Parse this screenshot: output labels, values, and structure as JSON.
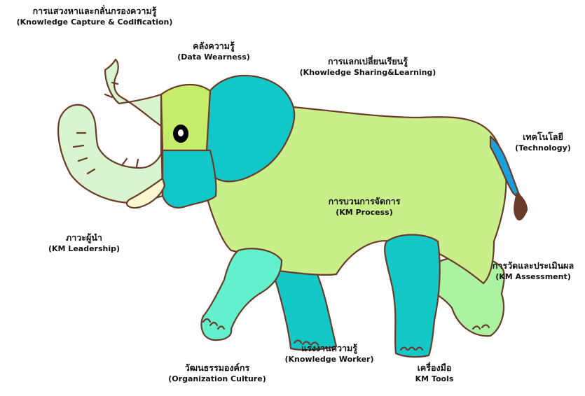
{
  "diagram": {
    "labels": {
      "capture": {
        "th": "การแสวงหาและกลั่นกรองความรู้",
        "en": "(Knowledge Capture & Codification)"
      },
      "data": {
        "th": "คลังความรู้",
        "en": "(Data Wearness)"
      },
      "sharing": {
        "th": "การแลกเปลี่ยนเรียนรู้",
        "en": "(Khowledge Sharing&Learning)"
      },
      "technology": {
        "th": "เทคโนโลยี",
        "en": "(Technology)"
      },
      "process": {
        "th": "การบวนการจัดการ",
        "en": "(KM Process)"
      },
      "leadership": {
        "th": "ภาวะผู้นำ",
        "en": "(KM Leadership)"
      },
      "assessment": {
        "th": "การวัดและประเมินผล",
        "en": "(KM Assessment)"
      },
      "worker": {
        "th": "แรงงานความรู้",
        "en": "(Knowledge Worker)"
      },
      "culture": {
        "th": "วัฒนธรรมองค์กร",
        "en": "(Organization Culture)"
      },
      "tools": {
        "th": "เครื่องมือ",
        "en": "KM Tools"
      }
    },
    "colors": {
      "outline": "#6b3b2a",
      "trunk": "#d8f5cf",
      "head_top": "#c6ec6a",
      "head_cyan": "#12c7c7",
      "ear": "#12c7c7",
      "body": "#c9ef8a",
      "front_leg_light": "#62f1cc",
      "front_leg_far": "#15c8c8",
      "back_leg": "#15c8c8",
      "back_leg_far": "#aaf3a1",
      "tail": "#1aa0dc",
      "tusk": "#fbf7cf",
      "eye": "#000000"
    }
  }
}
